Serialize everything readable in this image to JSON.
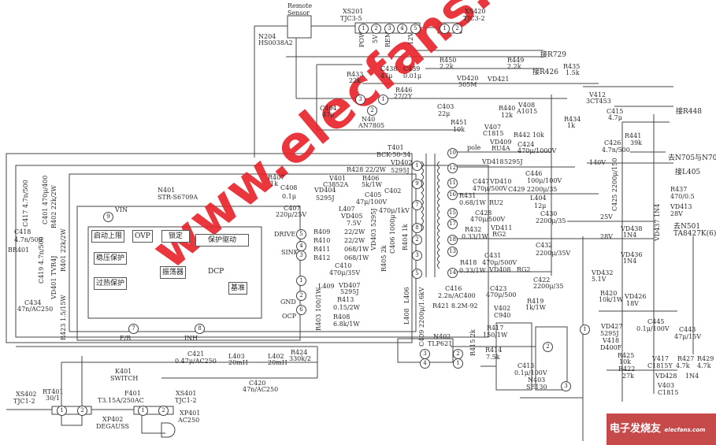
{
  "watermark": "www.elecfans.com",
  "logo": {
    "cn": "电子发烧友",
    "en": "elecfans.com"
  },
  "ic_blocks": {
    "startup": "启动上限",
    "ovp": "OVP",
    "lock": "锁定",
    "protect_drive": "保护驱动",
    "reg_protect": "稳压保护",
    "thermal": "过热保护",
    "oscillator": "振荡器",
    "dcp": "DCP",
    "reference": "基准"
  },
  "n401_pins": [
    "9",
    "5",
    "4",
    "3",
    "1",
    "2",
    "6",
    "7",
    "8"
  ],
  "t401_left_pins": [
    "1",
    "9",
    "7",
    "8",
    "2",
    "3",
    "5"
  ],
  "t401_right_pins": [
    "10",
    "12",
    "11",
    "16",
    "15",
    "17",
    "18",
    "13",
    "14"
  ],
  "xs201_pins": [
    "1",
    "2",
    "3",
    "4",
    "5"
  ],
  "xs420_pins": [
    "1",
    "2"
  ],
  "n40_pins": [
    "3",
    "2",
    "1"
  ],
  "n403_pins": [
    "1",
    "2",
    "3"
  ],
  "n402_pins": [
    "3",
    "4",
    "2",
    "1"
  ],
  "plug_pins": [
    "1",
    "2",
    "1",
    "2"
  ],
  "labels": {
    "remote1": "Remote",
    "remote2": "Sensor",
    "n204": "N204",
    "n204v": "HS0038A2",
    "xs201": "XS201",
    "xs201v": "TJC3-5",
    "xs420": "XS420",
    "xs420v": "TJC3-2",
    "pow": "POW",
    "p5v": "5V",
    "rem": "REM",
    "p12v": "12V",
    "to_r729": "接R729",
    "r450": "R450",
    "r450v": "2.2k",
    "c438": "C438",
    "c438v": "47μ",
    "c439": "C439",
    "c439v": "0.01μ",
    "r449": "R449",
    "r449v": "2.2k",
    "vd420": "VD420",
    "vd420v": "505M",
    "vd421": "VD421",
    "r433": "R433",
    "r433v": "22k",
    "to_r426": "接R426",
    "r435": "R435",
    "r435v": "1.5k",
    "r446": "R446",
    "r446v": "27/2Y",
    "c404": "C404",
    "c404v": "47μ",
    "n40": "N40",
    "n40v": "AN7805",
    "c403": "C403",
    "c403v": "22μ",
    "r440": "R440",
    "r440v": "12k",
    "v408": "V408",
    "v408v": "A1015",
    "r451": "R451",
    "r451v": "10k",
    "v407": "V407",
    "v407v": "C1815",
    "r442": "R442 10k",
    "vd409": "VD409",
    "vd409v": "RU4A",
    "c424": "C424",
    "c424v": "470μ/1000V",
    "pole": "pole",
    "v412": "V412",
    "v412v": "3CT453",
    "c415": "C415",
    "c415v": "4.7μ",
    "to_r448": "接R448",
    "r434": "R434",
    "r434v": "1k",
    "r441": "R441",
    "r441v": "39k",
    "c426": "C426",
    "c426v": "4.7n/500",
    "t401": "T401",
    "t401v": "BCK-50-34",
    "v140": "140V",
    "to_n705": "去N705与N706",
    "to_l405": "接L405",
    "c425": "C425 2200μ/150",
    "vd418": "VD418",
    "vd418v": "5295J",
    "r428": "R428  22/2W",
    "vd402": "VD402",
    "vd402v": "5295J",
    "v401": "V401",
    "v401v": "C3852A",
    "r406": "R406",
    "r406v": "5k/1W",
    "c446": "C446",
    "c446v": "100μ/100V",
    "c447": "C447",
    "c447v": "470μ/500V",
    "vd410": "VD410",
    "c429": "C429  2200μ/35",
    "ru2": "RU2",
    "c405": "C405",
    "c405v": "47μ/100V",
    "c402": "C402",
    "c402v": "470μ/1kV",
    "vd403": "VD403 5295J",
    "r431": "R431",
    "r431v": "0.68/1W",
    "l404": "L404",
    "l404v": "12μ",
    "r407": "R407",
    "r407v": "1k",
    "c408": "C408",
    "c408v": "0.1μ",
    "n401": "N401",
    "n401v": "STR-S6709A",
    "vd404": "VD404",
    "vd404v": "5295J",
    "l407": "L407",
    "vd405": "VD405",
    "vd405v": "7.5V",
    "c407": "C407",
    "c407v": "220μ/25V",
    "vin": "VIN",
    "c417": "C417 4.7n/500",
    "c401": "C401 470μ/400",
    "r402": "R402 22k/2W",
    "r437": "R437",
    "r437v": "470/0.5",
    "vd413": "VD413",
    "vd413v": "28V",
    "c428": "C428",
    "c428v": "470μ/500V",
    "c430": "C430",
    "c430v": "2200μ/35",
    "v25": "25V",
    "to_n501": "去N501",
    "to_n501v": "TA8427K(6)脚",
    "vd438": "VD438",
    "vd438v": "1N4",
    "vd437": "VD437 1N4",
    "r432": "R432",
    "r432v": "0.33/1W",
    "vd411": "VD411",
    "vd411v": "RG2",
    "v28": "28V",
    "vd436": "VD436",
    "vd436v": "1N4",
    "c418": "C418",
    "c418v": "4.7n/500",
    "br401": "BR401",
    "drive": "DRIVE",
    "sink": "SINK",
    "r409": "R409",
    "r409v": "22/2W",
    "r410": "R410",
    "r410v": "22/2W",
    "r411": "R411",
    "r411v": "068/1W",
    "r412": "R412",
    "r412v": "068/1W",
    "r404": "R404 1k",
    "c406": "C406 1000μ",
    "r405": "R405 2k",
    "c432": "C432",
    "c432v": "2200μ/35V",
    "c431": "C431",
    "c431v": "470μ/500V",
    "r418": "R418",
    "r418v": "0.33/1W",
    "vd408": "VD408",
    "vd408v": "RG2",
    "c410": "C410",
    "c410v": "470μ/35V",
    "vd432": "VD432",
    "vd432v": "5.1V",
    "c419": "C419 4.7n/500",
    "vd401": "VD401 TVR4J",
    "r401": "R401 22k/2W",
    "c422": "C422",
    "c422v": "2200μ/35",
    "l409": "L409",
    "vd407": "VD407",
    "vd407v": "5295J",
    "c416": "C416",
    "c416v": "2.2n/AC400",
    "gnd": "GND",
    "c434": "C434",
    "c434v": "47n/AC250",
    "r423": "R423 1.5/15W",
    "r413": "R413",
    "r413v": "0.15/2W",
    "r419": "R419",
    "r419v": "1k/1W",
    "v402": "V402",
    "v402v": "C940",
    "r421": "R421  8.2M-92",
    "r420": "R420",
    "r420v": "10k/1W",
    "vd426": "VD426",
    "vd426v": "18V",
    "ocp": "OCP",
    "r408": "R408",
    "r408v": "6.8k/1W",
    "r403": "R403 100/1W",
    "l406": "L406",
    "l408": "L408",
    "c409": "C409 2200μ/1.6kV",
    "c423": "C423",
    "c423v": "470μ/500",
    "c445": "C445",
    "c445v": "0.1μ/100V",
    "c443": "C443",
    "c443v": "47μ/15V",
    "vd427": "VD427",
    "vd427v": "5295J",
    "v418": "V418",
    "v418v": "D400F",
    "r417": "R417",
    "r417v": "150/1W",
    "fb": "F/B",
    "inh": "INH",
    "n402": "N402",
    "n402v": "TLP621",
    "r415": "R415 2k",
    "r414": "R414",
    "r414v": "7.5k",
    "r425": "R425",
    "r425v": "10k",
    "v417": "V417",
    "v417v": "C1815Y",
    "r427": "R427",
    "r427v": "4.7k",
    "r429": "R429",
    "r429v": "4.7k",
    "c421": "C421",
    "c421v": "0.47μ/AC250",
    "l403": "L403",
    "l403v": "20mH",
    "l402": "L402",
    "l402v": "20mH",
    "r424": "R424",
    "r424v": "330k/2",
    "c413": "C413",
    "c413v": "0.1μ/100V",
    "n403": "N403",
    "n403v": "SE130",
    "r422": "R422",
    "r422v": "27k",
    "vd428": "VD428",
    "vd428v": "1N4",
    "c420": "C420",
    "c420v": "47n/AC250",
    "k401": "K401",
    "k401v": "SWITCH",
    "v403": "V403",
    "v403v": "C1815",
    "rt401": "RT401",
    "rt401v": "30/1",
    "f401": "F401",
    "f401v": "T3.15A/250AC",
    "xs401": "XS401",
    "xs401v": "TJC1-2",
    "xs402": "XS402",
    "xs402v": "TJC1-2",
    "xp402": "XP402",
    "xp402v": "DEGAUSS",
    "xp401": "XP401",
    "xp401v": "AC250"
  }
}
